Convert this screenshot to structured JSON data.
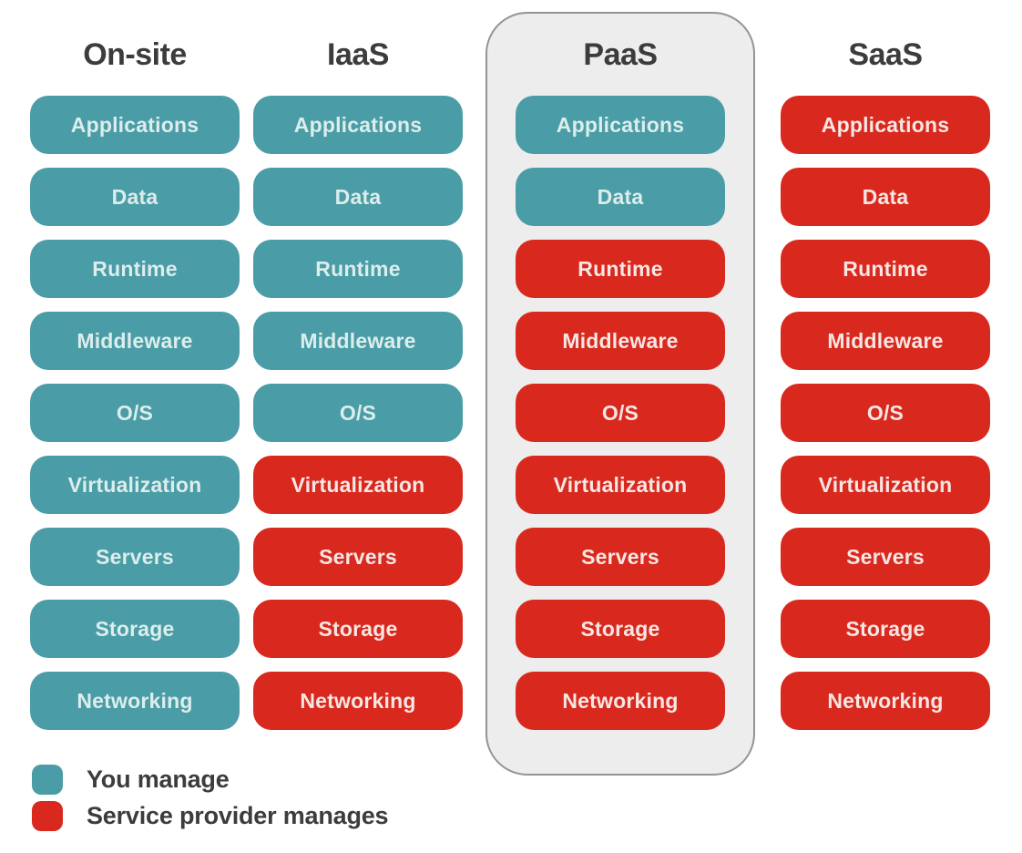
{
  "layers": [
    "Applications",
    "Data",
    "Runtime",
    "Middleware",
    "O/S",
    "Virtualization",
    "Servers",
    "Storage",
    "Networking"
  ],
  "columns": [
    {
      "name": "On-site",
      "highlighted": false,
      "cells": [
        "you",
        "you",
        "you",
        "you",
        "you",
        "you",
        "you",
        "you",
        "you"
      ]
    },
    {
      "name": "IaaS",
      "highlighted": false,
      "cells": [
        "you",
        "you",
        "you",
        "you",
        "you",
        "provider",
        "provider",
        "provider",
        "provider"
      ]
    },
    {
      "name": "PaaS",
      "highlighted": true,
      "cells": [
        "you",
        "you",
        "provider",
        "provider",
        "provider",
        "provider",
        "provider",
        "provider",
        "provider"
      ]
    },
    {
      "name": "SaaS",
      "highlighted": false,
      "cells": [
        "provider",
        "provider",
        "provider",
        "provider",
        "provider",
        "provider",
        "provider",
        "provider",
        "provider"
      ]
    }
  ],
  "legend": [
    {
      "key": "you",
      "label": "You manage"
    },
    {
      "key": "provider",
      "label": "Service provider manages"
    }
  ],
  "colors": {
    "you_manage": "#4A9DA6",
    "provider_manages": "#D9291E",
    "pill_text_you": "#DCEDEC",
    "pill_text_provider": "#F6E7E4",
    "heading_text": "#3C3C3C",
    "highlight_bg": "#EDEDED",
    "highlight_border": "#949494",
    "background": "#FFFFFF"
  }
}
